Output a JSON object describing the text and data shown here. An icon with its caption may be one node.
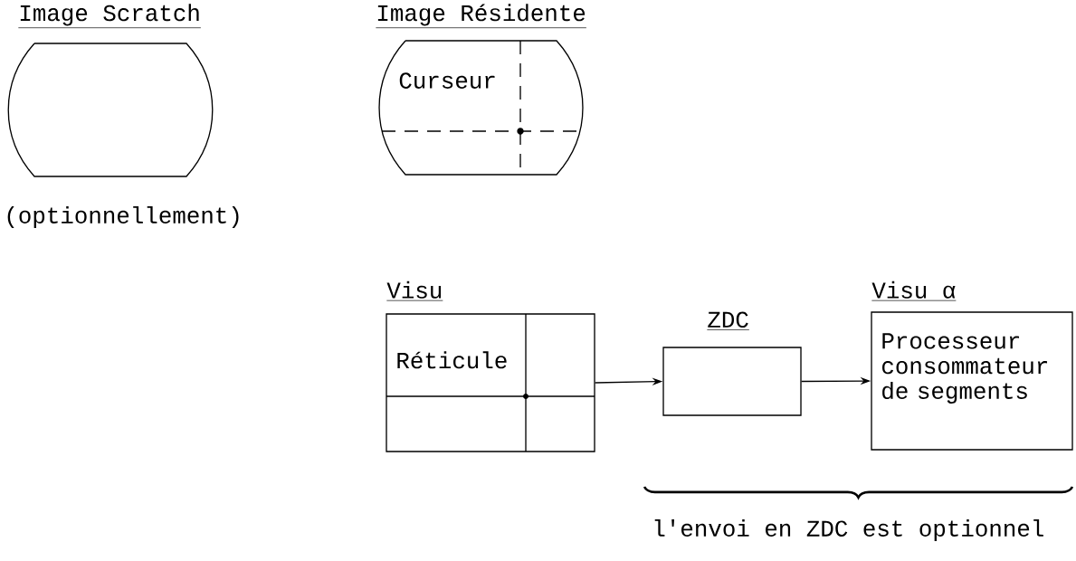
{
  "diagram": {
    "nodes": [
      {
        "text": [
          "Image Scratch"
        ],
        "beside": [
          "(optionnellement)"
        ]
      },
      {
        "text": [
          "Image Résidente",
          "Curseur"
        ]
      },
      {
        "text": [
          "Visu",
          "Réticule"
        ]
      },
      {
        "text": [
          "ZDC"
        ]
      },
      {
        "text": [
          "Visu α",
          "Processeur consommateur de segments"
        ]
      }
    ],
    "edges": [
      {
        "from": 2,
        "to": 3,
        "arrow": "to"
      },
      {
        "from": 3,
        "to": 4,
        "arrow": "to"
      }
    ],
    "labels": [
      "l'envoi en ZDC est optionnel"
    ]
  }
}
